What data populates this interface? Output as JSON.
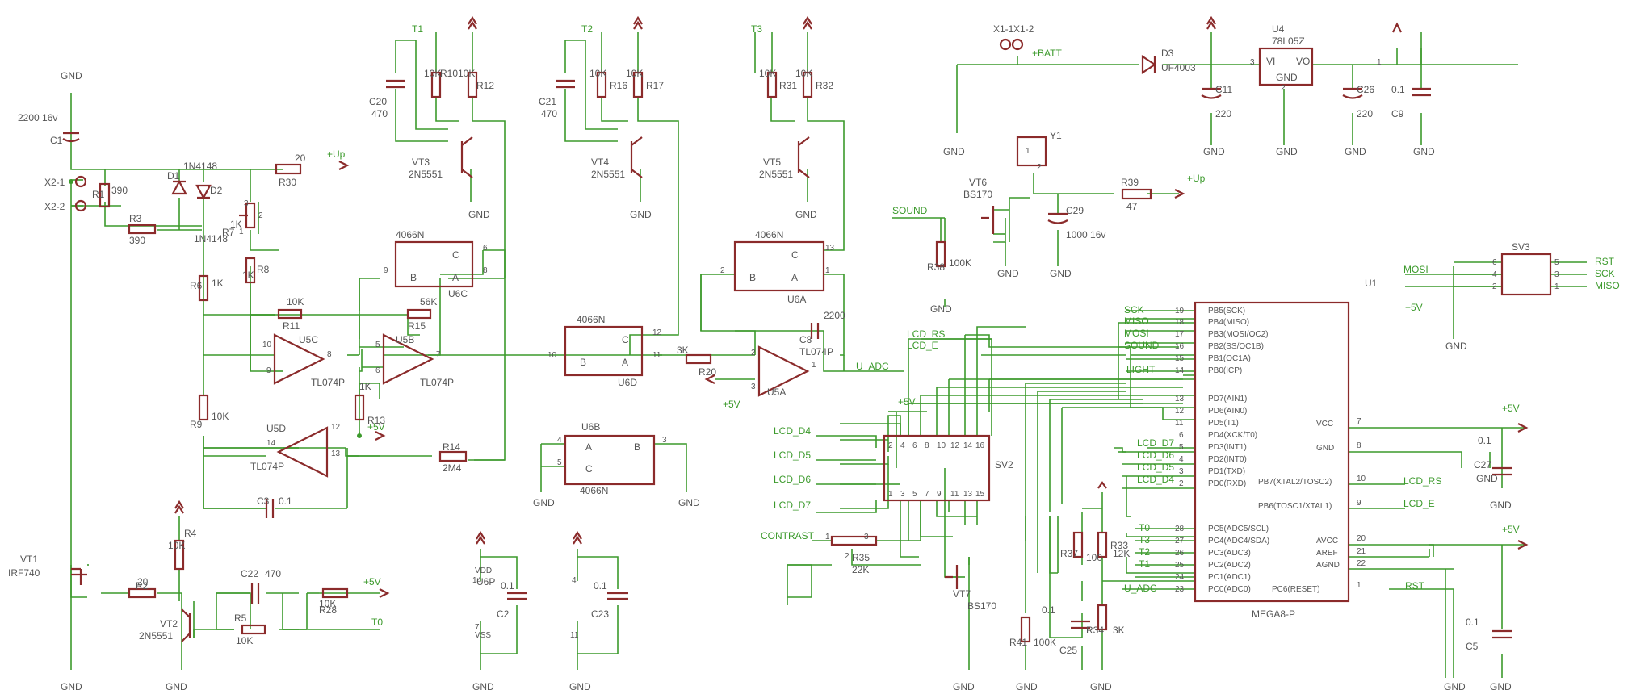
{
  "gnd_labels": [
    "GND",
    "GND",
    "GND",
    "GND",
    "GND",
    "GND",
    "GND",
    "GND",
    "GND",
    "GND",
    "GND",
    "GND",
    "GND",
    "GND",
    "GND",
    "GND",
    "GND",
    "GND",
    "GND",
    "GND",
    "GND",
    "GND",
    "GND",
    "GND",
    "GND",
    "GND"
  ],
  "supply_labels": {
    "up": "+Up",
    "v5": "+5V",
    "batt": "+BATT"
  },
  "connectors": {
    "x1_1": "X1-1",
    "x1_2": "X1-2",
    "x2_1": "X2-1",
    "x2_2": "X2-2",
    "sv2": "SV2",
    "sv3": "SV3"
  },
  "net_labels": {
    "t0": "T0",
    "t1": "T1",
    "t2": "T2",
    "t3": "T3",
    "sound": "SOUND",
    "u_adc": "U_ADC",
    "lcd_rs": "LCD_RS",
    "lcd_e": "LCD_E",
    "lcd_d4": "LCD_D4",
    "lcd_d5": "LCD_D5",
    "lcd_d6": "LCD_D6",
    "lcd_d7": "LCD_D7",
    "contrast": "CONTRAST",
    "light": "LIGHT",
    "sck": "SCK",
    "miso": "MISO",
    "mosi": "MOSI",
    "rst": "RST"
  },
  "resistors": {
    "r1": {
      "name": "R1",
      "value": "390"
    },
    "r2": {
      "name": "R2",
      "value": "20"
    },
    "r3": {
      "name": "R3",
      "value": "390"
    },
    "r4": {
      "name": "R4",
      "value": "10K"
    },
    "r5": {
      "name": "R5",
      "value": "10K"
    },
    "r6": {
      "name": "R6",
      "value": "1K"
    },
    "r7": {
      "name": "R7",
      "value": "1K"
    },
    "r8": {
      "name": "R8",
      "value": "1K"
    },
    "r9": {
      "name": "R9",
      "value": "10K"
    },
    "r10": {
      "name": "R10",
      "value": "10K"
    },
    "r11": {
      "name": "R11",
      "value": "10K"
    },
    "r12": {
      "name": "R12",
      "value": "10K"
    },
    "r13": {
      "name": "R13",
      "value": "1K"
    },
    "r14": {
      "name": "R14",
      "value": "2M4"
    },
    "r15": {
      "name": "R15",
      "value": "56K"
    },
    "r16": {
      "name": "R16",
      "value": "10K"
    },
    "r17": {
      "name": "R17",
      "value": "10K"
    },
    "r20": {
      "name": "R20",
      "value": "3K"
    },
    "r28": {
      "name": "R28",
      "value": "10K"
    },
    "r30": {
      "name": "R30",
      "value": "20"
    },
    "r31": {
      "name": "R31",
      "value": "10K"
    },
    "r32": {
      "name": "R32",
      "value": "10K"
    },
    "r33": {
      "name": "R33",
      "value": "12K"
    },
    "r34": {
      "name": "R34",
      "value": "3K"
    },
    "r35": {
      "name": "R35",
      "value": "22K"
    },
    "r37": {
      "name": "R37",
      "value": "100"
    },
    "r38": {
      "name": "R38",
      "value": "100K"
    },
    "r39": {
      "name": "R39",
      "value": "47"
    },
    "r41": {
      "name": "R41",
      "value": "100K"
    },
    "r2val": "20"
  },
  "capacitors": {
    "c1": {
      "name": "C1",
      "value": "2200 16v"
    },
    "c2": {
      "name": "C2",
      "value": "0.1"
    },
    "c3": {
      "name": "C3",
      "value": "0.1"
    },
    "c5": {
      "name": "C5",
      "value": "0.1"
    },
    "c8": {
      "name": "C8",
      "value": "2200"
    },
    "c9": {
      "name": "C9",
      "value": "0.1"
    },
    "c11": {
      "name": "C11",
      "value": "220"
    },
    "c20": {
      "name": "C20",
      "value": "470"
    },
    "c21": {
      "name": "C21",
      "value": "470"
    },
    "c22": {
      "name": "C22",
      "value": "470"
    },
    "c23": {
      "name": "C23",
      "value": "0.1"
    },
    "c25": {
      "name": "C25",
      "value": "0.1"
    },
    "c26": {
      "name": "C26",
      "value": "220"
    },
    "c27": {
      "name": "C27",
      "value": "0.1"
    },
    "c29": {
      "name": "C29",
      "value": "1000 16v"
    }
  },
  "semis": {
    "d1": {
      "name": "D1",
      "value": "1N4148"
    },
    "d2": {
      "name": "D2",
      "value": "1N4148"
    },
    "d3": {
      "name": "D3",
      "value": "UF4003"
    },
    "vt1": {
      "name": "VT1",
      "value": "IRF740"
    },
    "vt2": {
      "name": "VT2",
      "value": "2N5551"
    },
    "vt3": {
      "name": "VT3",
      "value": "2N5551"
    },
    "vt4": {
      "name": "VT4",
      "value": "2N5551"
    },
    "vt5": {
      "name": "VT5",
      "value": "2N5551"
    },
    "vt6": {
      "name": "VT6",
      "value": "BS170"
    },
    "vt7": {
      "name": "VT7",
      "value": "BS170"
    },
    "y1": "Y1"
  },
  "ics": {
    "u5a": "U5A",
    "u5b": "U5B",
    "u5c": "U5C",
    "u5d": "U5D",
    "tl074": "TL074P",
    "u6a": "U6A",
    "u6b": "U6B",
    "u6c": "U6C",
    "u6d": "U6D",
    "u6p": "U6P",
    "cd4066": "4066N",
    "u4": "U4",
    "u4_value": "78L05Z",
    "u4_vi": "VI",
    "u4_vo": "VO",
    "u4_gnd": "GND",
    "u1": "U1",
    "u1_value": "MEGA8-P"
  },
  "switch_pins": {
    "a": "A",
    "b": "B",
    "c": "C"
  },
  "u6p_pins": {
    "vdd": "VDD",
    "vss": "VSS",
    "p14": "14",
    "p7": "7",
    "p4": "4",
    "p11": "11"
  },
  "mcu_left": [
    {
      "pin": "19",
      "name": "PB5(SCK)"
    },
    {
      "pin": "18",
      "name": "PB4(MISO)"
    },
    {
      "pin": "17",
      "name": "PB3(MOSI/OC2)"
    },
    {
      "pin": "16",
      "name": "PB2(SS/OC1B)"
    },
    {
      "pin": "15",
      "name": "PB1(OC1A)"
    },
    {
      "pin": "14",
      "name": "PB0(ICP)"
    },
    {
      "pin": "13",
      "name": "PD7(AIN1)"
    },
    {
      "pin": "12",
      "name": "PD6(AIN0)"
    },
    {
      "pin": "11",
      "name": "PD5(T1)"
    },
    {
      "pin": "6",
      "name": "PD4(XCK/T0)"
    },
    {
      "pin": "5",
      "name": "PD3(INT1)"
    },
    {
      "pin": "4",
      "name": "PD2(INT0)"
    },
    {
      "pin": "3",
      "name": "PD1(TXD)"
    },
    {
      "pin": "2",
      "name": "PD0(RXD)"
    },
    {
      "pin": "28",
      "name": "PC5(ADC5/SCL)"
    },
    {
      "pin": "27",
      "name": "PC4(ADC4/SDA)"
    },
    {
      "pin": "26",
      "name": "PC3(ADC3)"
    },
    {
      "pin": "25",
      "name": "PC2(ADC2)"
    },
    {
      "pin": "24",
      "name": "PC1(ADC1)"
    },
    {
      "pin": "23",
      "name": "PC0(ADC0)"
    }
  ],
  "mcu_right": [
    {
      "pin": "7",
      "name": "VCC"
    },
    {
      "pin": "8",
      "name": "GND"
    },
    {
      "pin": "10",
      "name": "PB7(XTAL2/TOSC2)"
    },
    {
      "pin": "9",
      "name": "PB6(TOSC1/XTAL1)"
    },
    {
      "pin": "20",
      "name": "AVCC"
    },
    {
      "pin": "21",
      "name": "AREF"
    },
    {
      "pin": "22",
      "name": "AGND"
    },
    {
      "pin": "1",
      "name": "PC6(RESET)"
    }
  ],
  "pin_numbers": {
    "p1": "1",
    "p2": "2",
    "p3": "3",
    "p4": "4",
    "p5": "5",
    "p6": "6",
    "p7": "7",
    "p8": "8",
    "p9": "9",
    "p10": "10",
    "p11": "11",
    "p12": "12",
    "p13": "13",
    "p14": "14",
    "p15": "15",
    "p16": "16"
  }
}
